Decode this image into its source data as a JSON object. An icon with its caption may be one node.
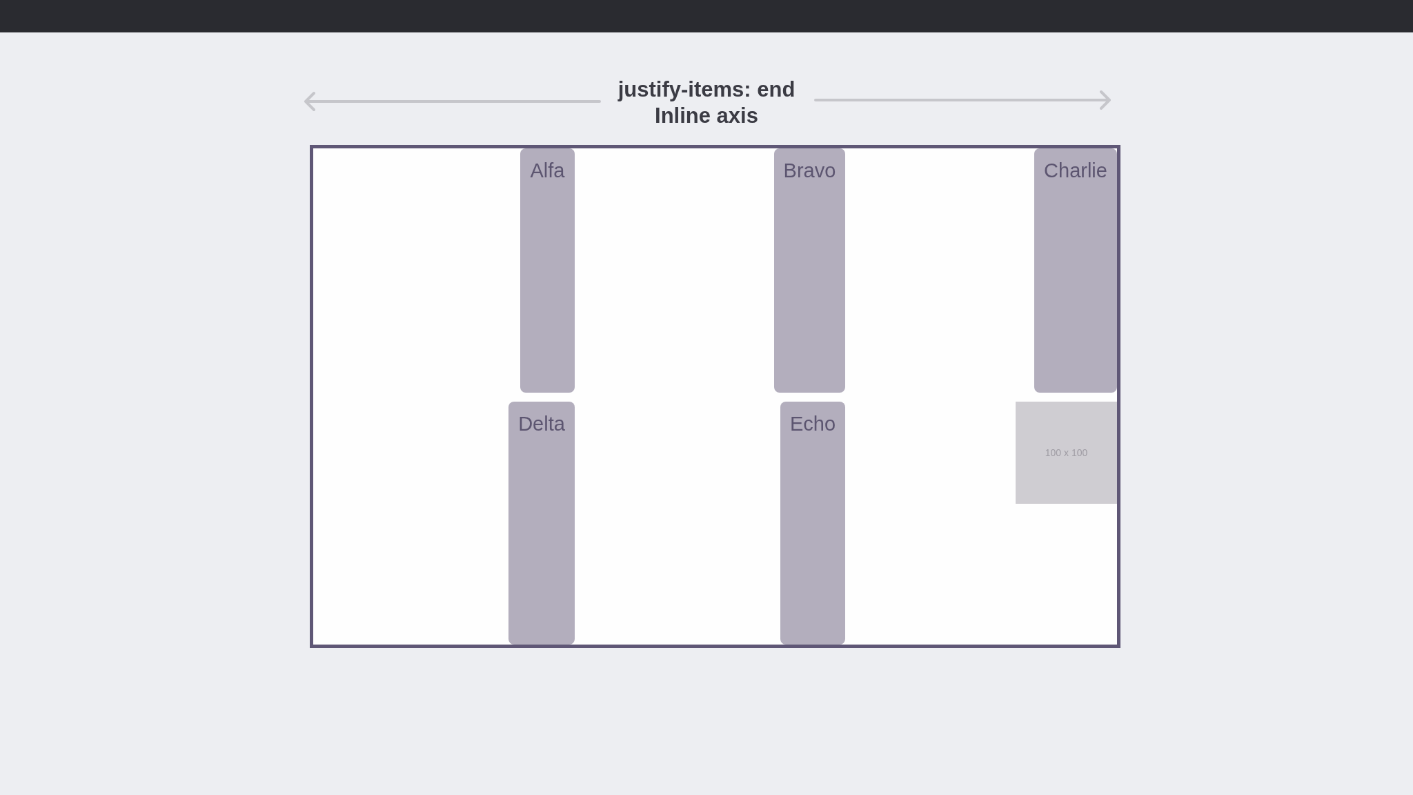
{
  "diagram": {
    "title": "justify-items: end",
    "nodes": [
      {
        "text": [],
        "shape": "box"
      },
      {
        "text": [
          "Alfa"
        ],
        "in": 0
      },
      {
        "text": [
          "Bravo"
        ],
        "in": 0
      },
      {
        "text": [
          "Charlie"
        ],
        "in": 0
      },
      {
        "text": [
          "Delta"
        ],
        "in": 0
      },
      {
        "text": [
          "Echo"
        ],
        "in": 0
      },
      {
        "text": [
          "100 x 100"
        ],
        "in": 0
      }
    ],
    "edges": [],
    "labels": [
      "Inline axis"
    ]
  }
}
